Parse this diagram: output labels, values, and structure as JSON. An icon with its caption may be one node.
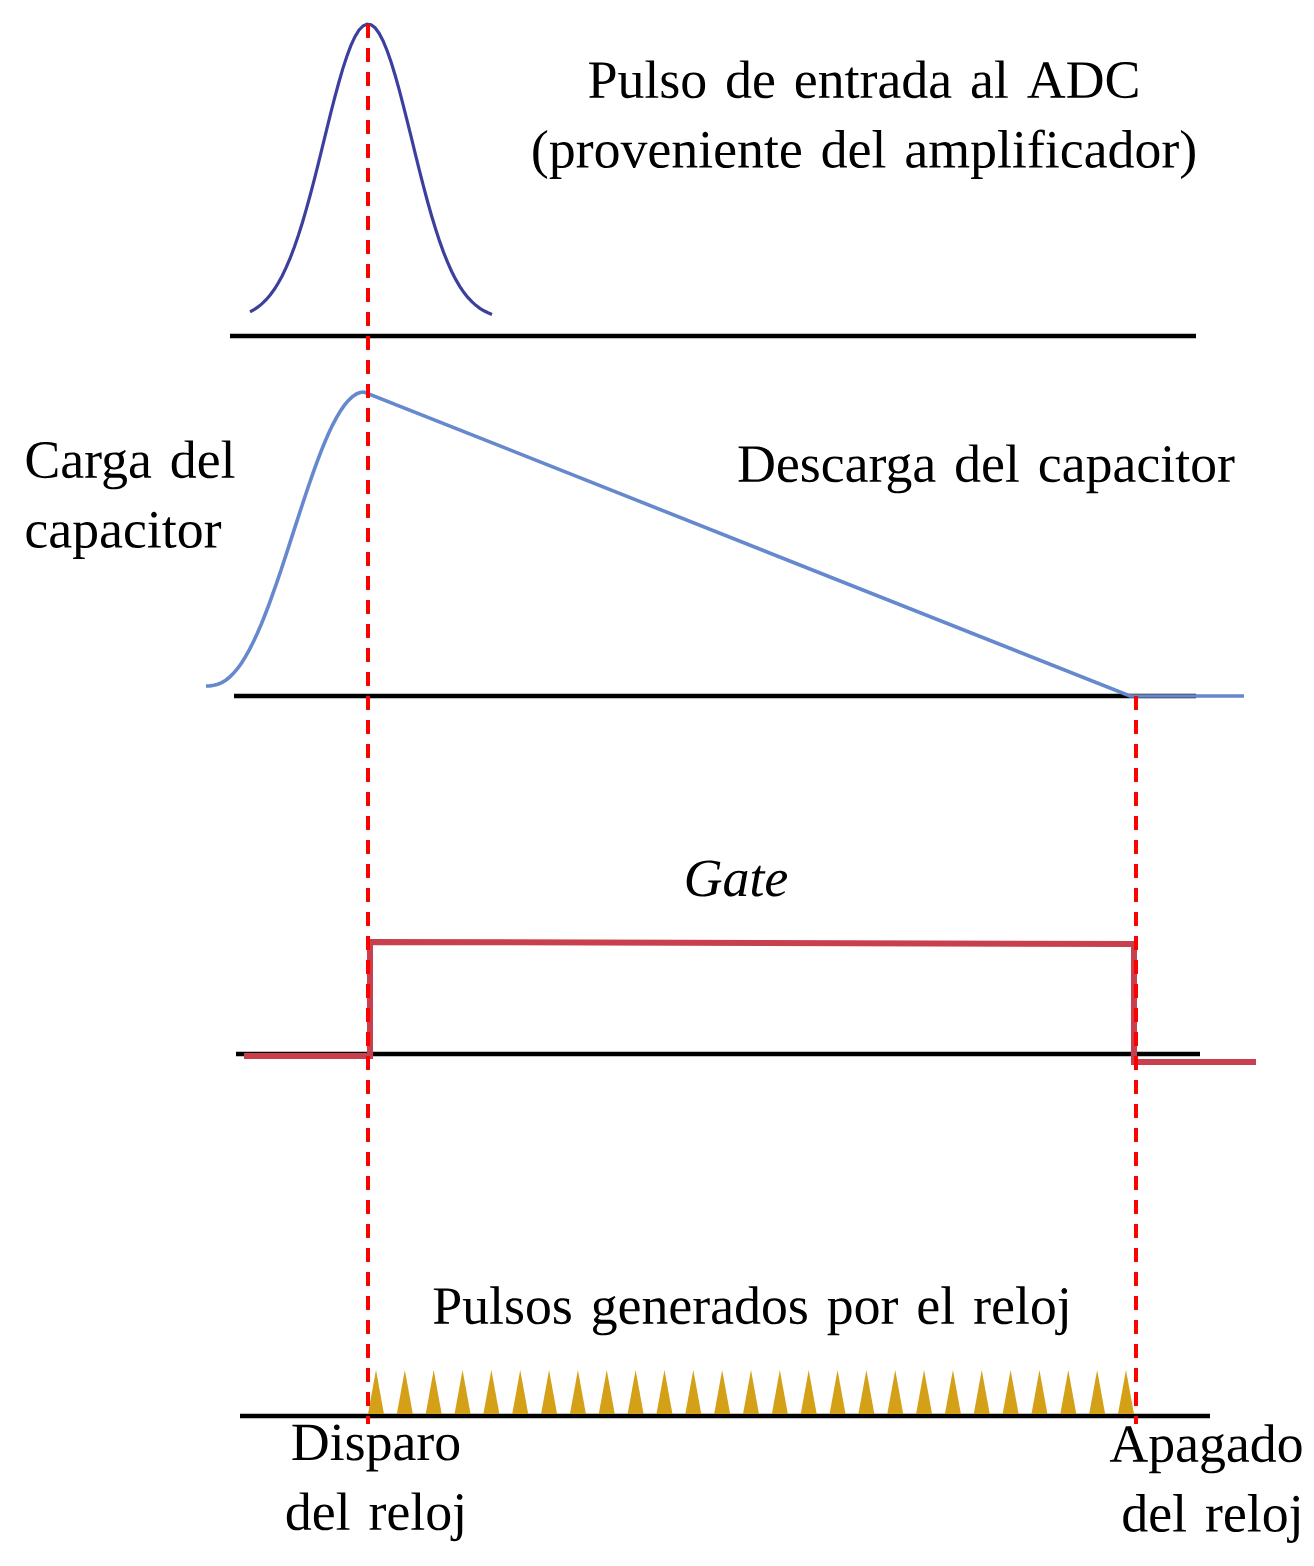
{
  "diagram": {
    "labels": [
      "Pulso de entrada al ADC (proveniente del amplificador)",
      "Carga del capacitor",
      "Descarga del capacitor",
      "Gate",
      "Pulsos generados por el reloj",
      "Disparo del reloj",
      "Apagado del reloj"
    ]
  }
}
